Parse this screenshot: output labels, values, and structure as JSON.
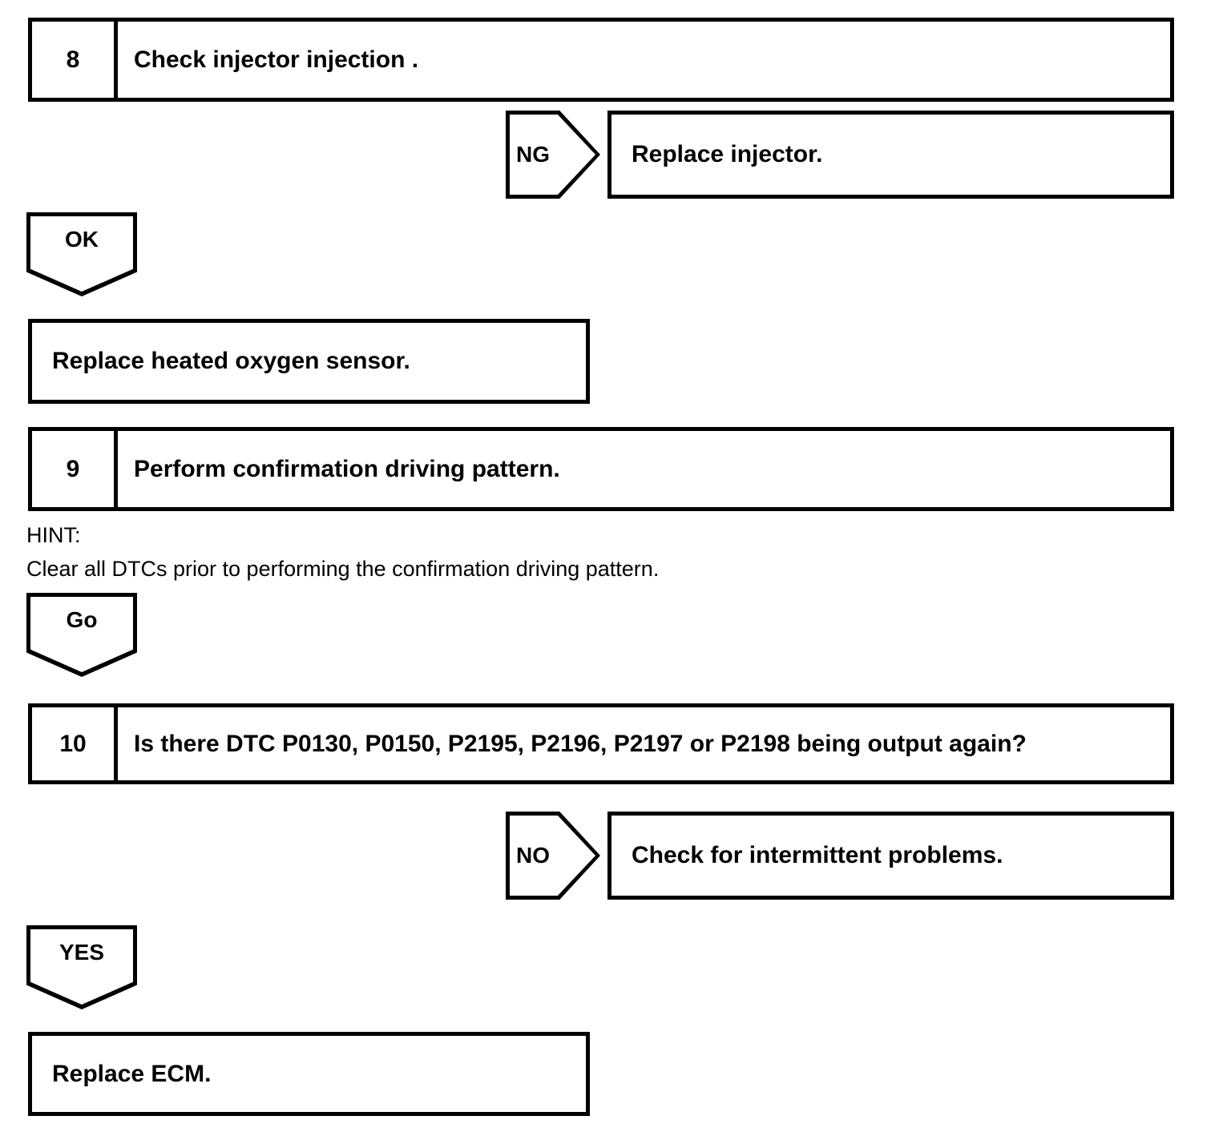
{
  "document": {
    "type": "diagnostic-troubleshooting-flowchart",
    "background_color": "#ffffff",
    "line_color": "#000000"
  },
  "steps": [
    {
      "number": "8",
      "text": "Check injector injection ."
    },
    {
      "number": "9",
      "text": "Perform confirmation driving pattern."
    },
    {
      "number": "10",
      "text": "Is there DTC P0130, P0150, P2195, P2196, P2197 or P2198 being output again?"
    }
  ],
  "branches": [
    {
      "label": "NG",
      "direction": "right",
      "result": "Replace injector."
    },
    {
      "label": "OK",
      "direction": "down",
      "result": "Replace heated oxygen sensor."
    },
    {
      "label": "Go",
      "direction": "down",
      "result": ""
    },
    {
      "label": "NO",
      "direction": "right",
      "result": "Check for intermittent problems."
    },
    {
      "label": "YES",
      "direction": "down",
      "result": "Replace ECM."
    }
  ],
  "results": {
    "replace_injector": "Replace injector.",
    "replace_heated_oxygen_sensor": "Replace heated oxygen sensor.",
    "check_intermittent": "Check for intermittent problems.",
    "replace_ecm": "Replace ECM."
  },
  "hint": {
    "heading": "HINT:",
    "body": "Clear all DTCs prior to performing the confirmation driving pattern."
  }
}
